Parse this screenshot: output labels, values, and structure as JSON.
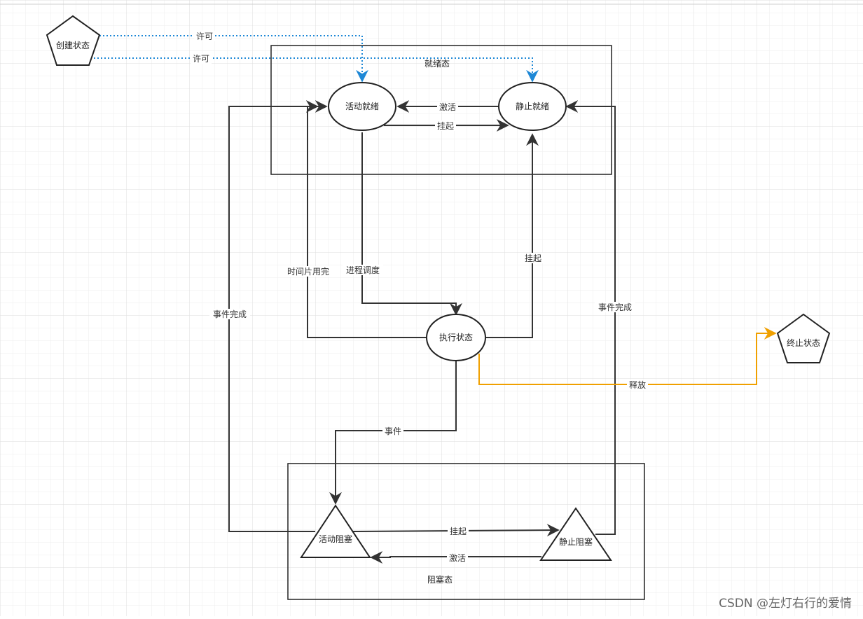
{
  "diagram": {
    "groups": {
      "ready": "就绪态",
      "blocked": "阻塞态"
    },
    "nodes": {
      "create": "创建状态",
      "active_ready": "活动就绪",
      "static_ready": "静止就绪",
      "running": "执行状态",
      "terminate": "终止状态",
      "active_blocked": "活动阻塞",
      "static_blocked": "静止阻塞"
    },
    "edges": {
      "permit_1": "许可",
      "permit_2": "许可",
      "activate_ready": "激活",
      "suspend_ready": "挂起",
      "timeslice": "时间片用完",
      "schedule": "进程调度",
      "suspend_running": "挂起",
      "event_done_left": "事件完成",
      "event_done_right": "事件完成",
      "release": "释放",
      "event": "事件",
      "suspend_blocked": "挂起",
      "activate_blocked": "激活"
    },
    "colors": {
      "stroke": "#333333",
      "permit": "#1e88d6",
      "release": "#f0a000",
      "grid_minor": "#eeeeee",
      "grid_major": "#dddddd"
    }
  },
  "watermark": "CSDN @左灯右行的爱情"
}
